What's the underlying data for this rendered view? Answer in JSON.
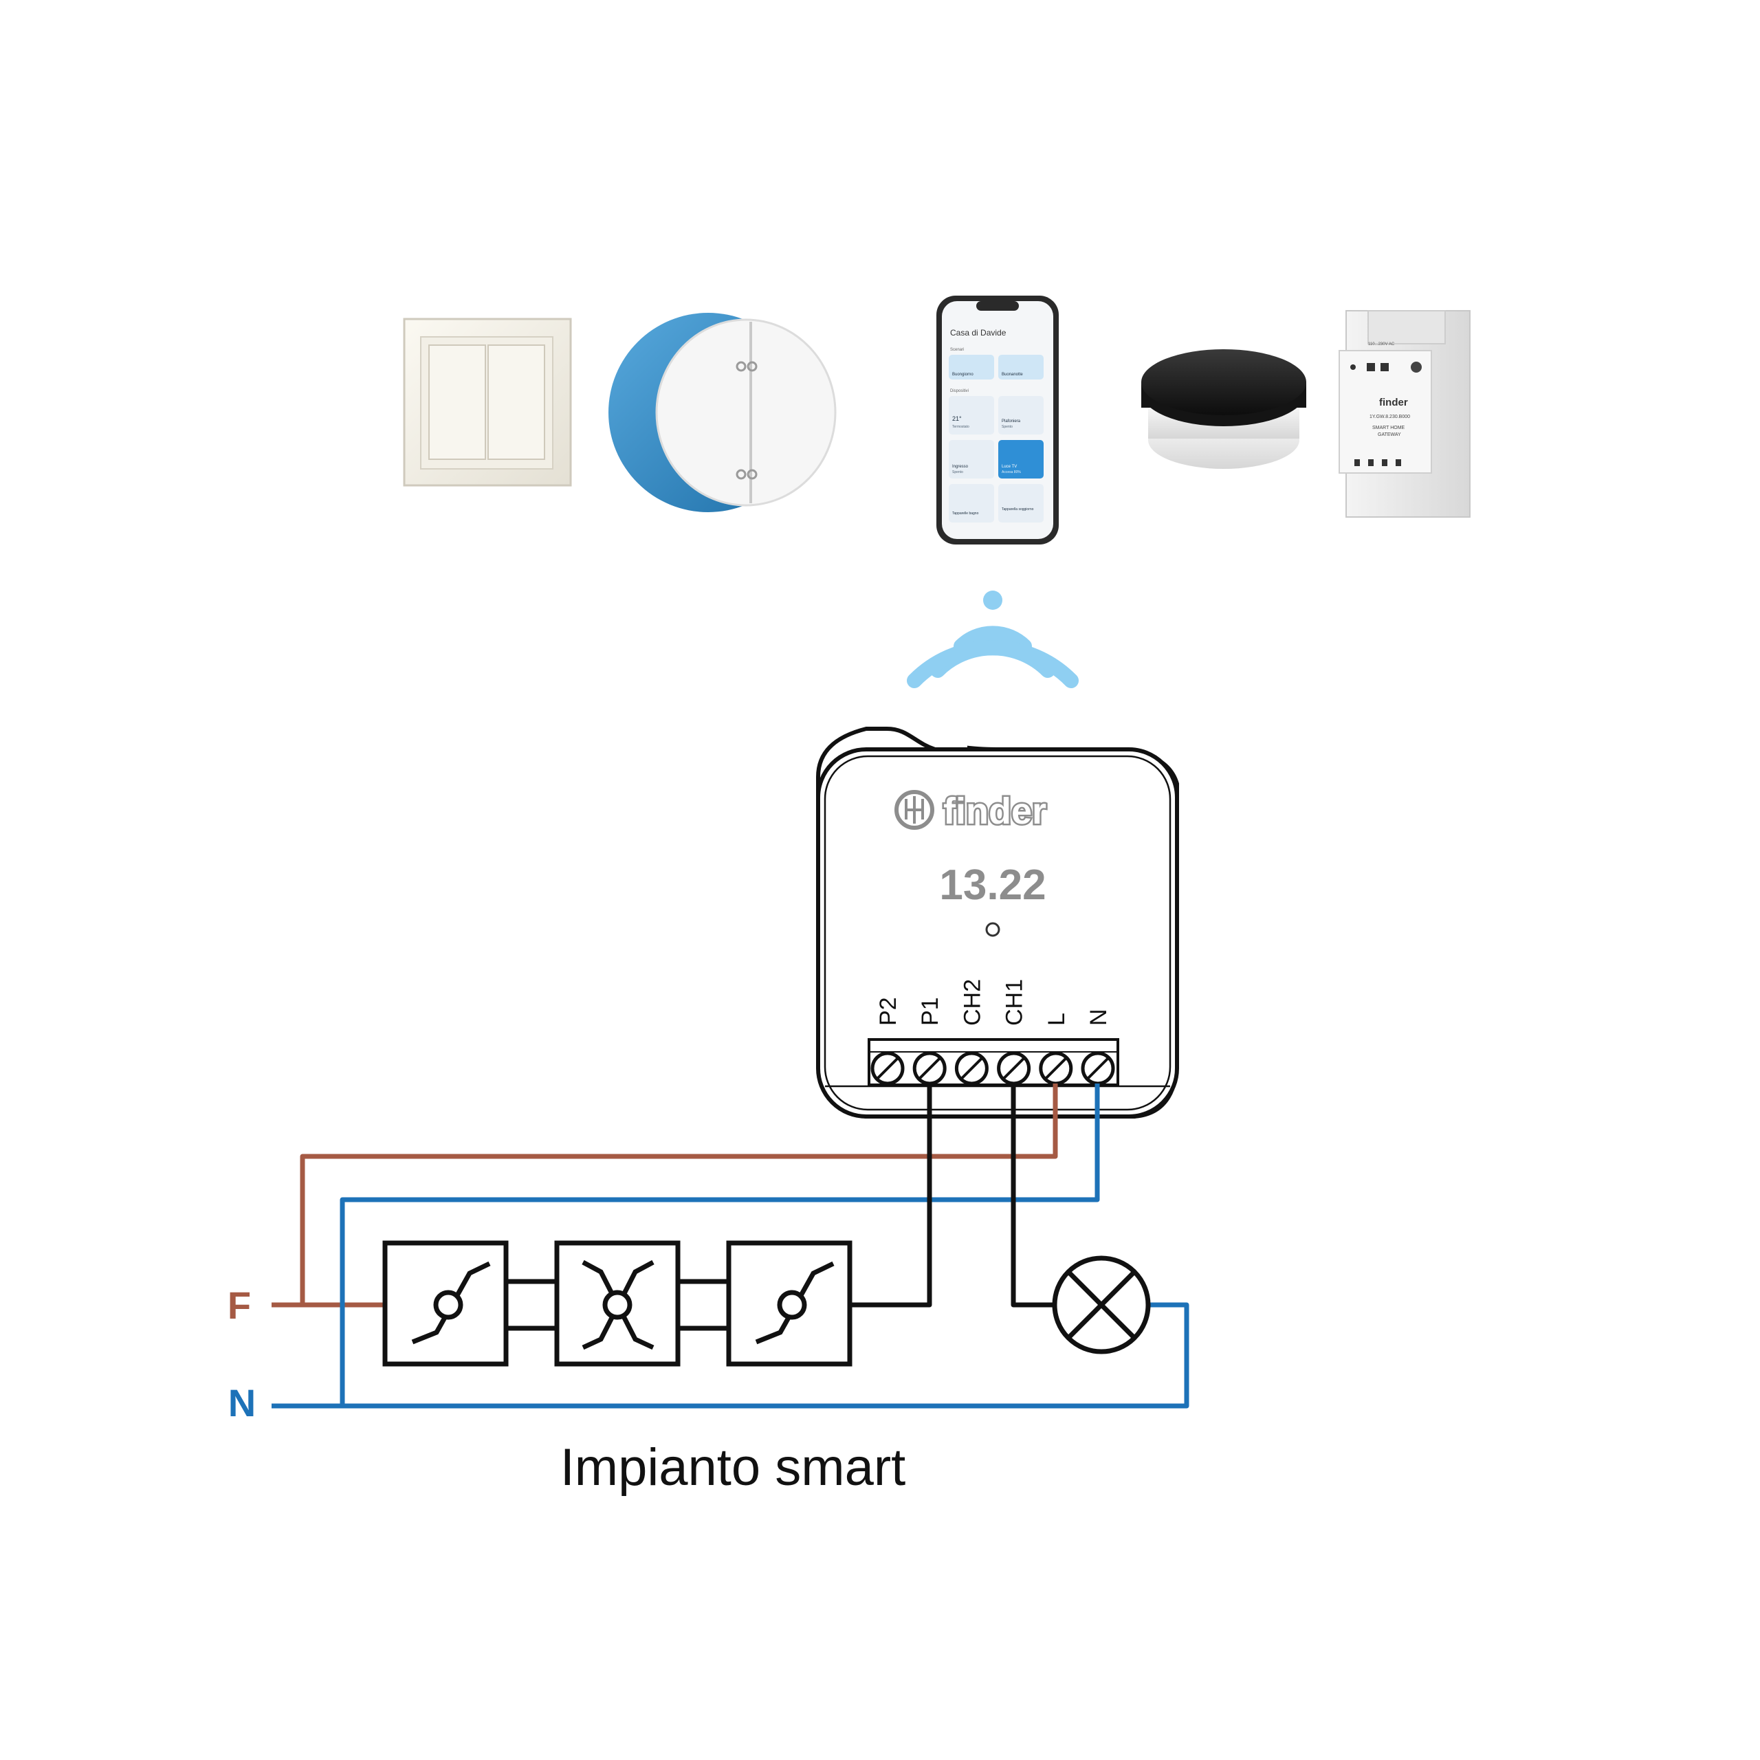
{
  "products": {
    "phone_app": {
      "home_title": "Casa di Davide",
      "section_scenes": "Scenari",
      "section_devices": "Dispositivi",
      "tiles": [
        {
          "title": "Buongiorno",
          "sub": ""
        },
        {
          "title": "Buonanotte",
          "sub": ""
        },
        {
          "title": "21°",
          "sub": "Termostato"
        },
        {
          "title": "Plafoniera",
          "sub": "Spento"
        },
        {
          "title": "Ingresso",
          "sub": "Spento"
        },
        {
          "title": "Luce TV",
          "sub": "Accesa 80%"
        },
        {
          "title": "Tapparelle bagno",
          "sub": ""
        },
        {
          "title": "Tapparella soggiorno",
          "sub": ""
        }
      ]
    },
    "gateway": {
      "brand": "finder",
      "model": "1Y.GW.8.230.B000",
      "label_line1": "SMART HOME",
      "label_line2": "GATEWAY",
      "voltage": "110...230V AC"
    }
  },
  "module": {
    "brand": "finder",
    "model": "13.22",
    "terminals": [
      "P2",
      "P1",
      "CH2",
      "CH1",
      "L",
      "N"
    ]
  },
  "wiring": {
    "phase_label": "F",
    "neutral_label": "N",
    "phase_color": "#a55a44",
    "neutral_color": "#1d72b8",
    "signal_color": "#8fcff2"
  },
  "caption": "Impianto smart"
}
